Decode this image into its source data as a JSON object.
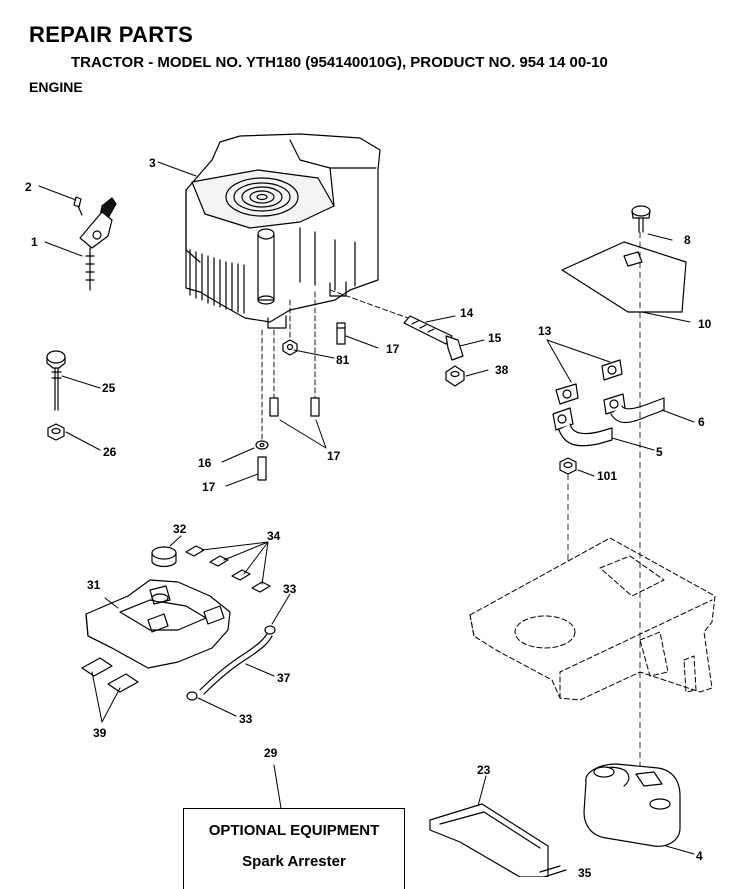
{
  "header": {
    "title": "REPAIR PARTS",
    "subtitle": "TRACTOR - MODEL NO. YTH180 (954140010G), PRODUCT NO. 954 14 00-10",
    "section": "ENGINE"
  },
  "callouts": {
    "p1": "1",
    "p2": "2",
    "p3": "3",
    "p4": "4",
    "p5": "5",
    "p6": "6",
    "p8": "8",
    "p10": "10",
    "p13": "13",
    "p14": "14",
    "p15": "15",
    "p16": "16",
    "p17a": "17",
    "p17b": "17",
    "p17c": "17",
    "p23": "23",
    "p25": "25",
    "p26": "26",
    "p29": "29",
    "p31": "31",
    "p32": "32",
    "p33a": "33",
    "p33b": "33",
    "p34": "34",
    "p35": "35",
    "p37": "37",
    "p38": "38",
    "p39": "39",
    "p81": "81",
    "p101": "101"
  },
  "optional_equipment": {
    "title": "OPTIONAL EQUIPMENT",
    "item": "Spark Arrester"
  }
}
